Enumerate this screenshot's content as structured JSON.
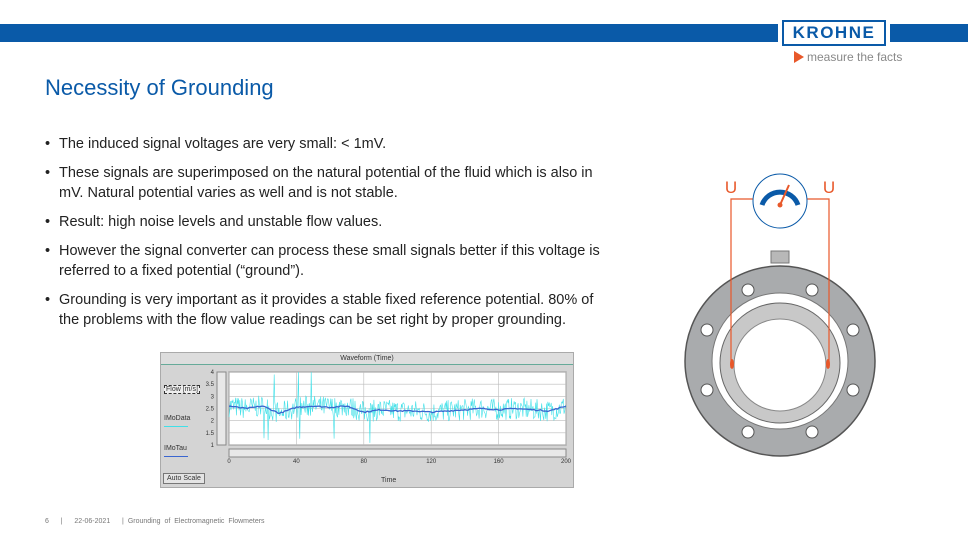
{
  "brand": {
    "logo": "KROHNE",
    "tagline": "measure the facts",
    "bar_color": "#0a5aa8",
    "accent": "#e8582a"
  },
  "slide": {
    "title": "Necessity of Grounding",
    "bullets": [
      "The induced signal voltages are very small: < 1mV.",
      "These signals are superimposed on the natural potential of the fluid which is also in mV. Natural potential varies as well and is not stable.",
      "Result: high noise levels and unstable flow values.",
      "However the signal converter can process these small signals better if this voltage is referred to a fixed potential (“ground”).",
      "Grounding is very important as it provides a stable fixed reference potential. 80% of the problems with the flow value readings can be set right by proper grounding."
    ]
  },
  "diagram": {
    "label_left": "U",
    "label_right": "U"
  },
  "chart_data": {
    "type": "line",
    "title": "Waveform (Time)",
    "xlabel": "Time",
    "ylabel": "Flow [m/s]",
    "xlim": [
      0,
      200
    ],
    "ylim": [
      1,
      4
    ],
    "xticks": [
      "0",
      "40",
      "80",
      "120",
      "160",
      "200"
    ],
    "yticks": [
      "4",
      "3.5",
      "3",
      "2.5",
      "2",
      "1.5",
      "1"
    ],
    "grid": true,
    "series": [
      {
        "name": "IMoData",
        "color": "#40e0e8"
      },
      {
        "name": "IMoTau",
        "color": "#3a66d0",
        "x": [
          0,
          10,
          20,
          30,
          40,
          50,
          60,
          70,
          80,
          90,
          100,
          110,
          120,
          130,
          140,
          150,
          160,
          170,
          180,
          190,
          200
        ],
        "y": [
          2.6,
          2.5,
          2.6,
          2.3,
          2.55,
          2.6,
          2.55,
          2.6,
          2.35,
          2.45,
          2.4,
          2.4,
          2.35,
          2.4,
          2.45,
          2.5,
          2.45,
          2.5,
          2.45,
          2.4,
          2.6
        ]
      }
    ],
    "auto_scale": "Auto Scale"
  },
  "footer": {
    "page": "6",
    "date": "22-06-2021",
    "title": "Grounding of Electromagnetic Flowmeters"
  }
}
